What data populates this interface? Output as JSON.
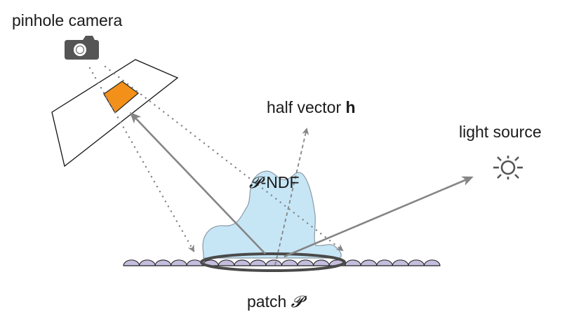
{
  "labels": {
    "camera": "pinhole camera",
    "half_vector_prefix": "half vector ",
    "half_vector_symbol": "h",
    "light": "light source",
    "ndf_symbol": "𝓟",
    "ndf_suffix": "-NDF",
    "patch_prefix": "patch ",
    "patch_symbol": "𝓟"
  },
  "icons": {
    "camera": "camera-icon",
    "light": "sun-icon"
  },
  "colors": {
    "pixel_fill": "#f39019",
    "ndf_fill": "#c6e6f6",
    "bump_fill": "#c4bddd",
    "arrow": "#858585",
    "ellipse": "#4a4a4a",
    "icon": "#555555"
  },
  "surface": {
    "bump_count": 20
  }
}
